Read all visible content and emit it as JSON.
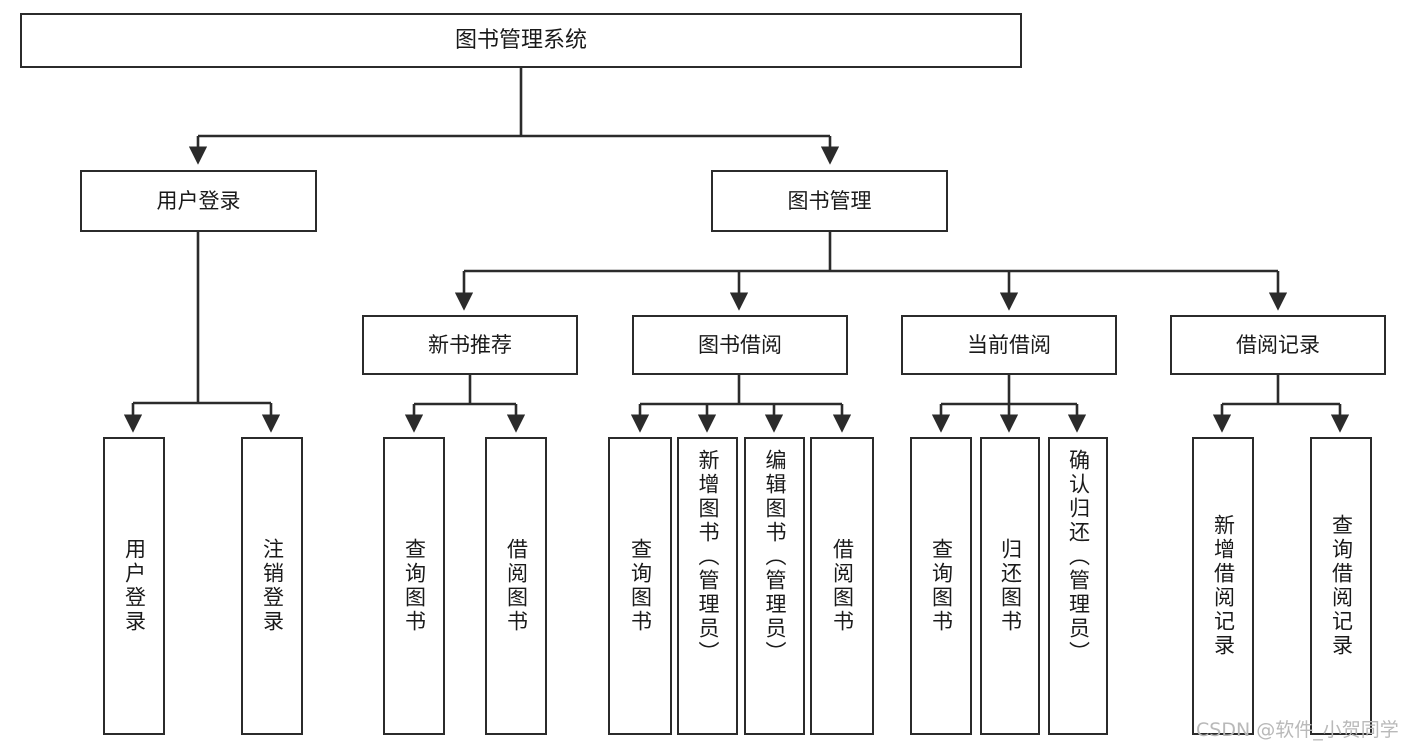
{
  "diagram": {
    "title": "图书管理系统",
    "type": "tree-hierarchy",
    "colors": {
      "box_border": "#2b2b2b",
      "box_fill": "#ffffff",
      "edge": "#2b2b2b",
      "text": "#1a1a1a",
      "watermark": "#b9b9b9",
      "background": "#ffffff"
    },
    "root": {
      "label": "图书管理系统"
    },
    "level2": [
      {
        "label": "用户登录"
      },
      {
        "label": "图书管理"
      }
    ],
    "level3": [
      {
        "label": "新书推荐"
      },
      {
        "label": "图书借阅"
      },
      {
        "label": "当前借阅"
      },
      {
        "label": "借阅记录"
      }
    ],
    "leaves": {
      "user_login": [
        {
          "label": "用户登录"
        },
        {
          "label": "注销登录"
        }
      ],
      "new_book_recommend": [
        {
          "label": "查询图书"
        },
        {
          "label": "借阅图书"
        }
      ],
      "book_borrow": [
        {
          "label": "查询图书"
        },
        {
          "label": "新增图书（管理员）"
        },
        {
          "label": "编辑图书（管理员）"
        },
        {
          "label": "借阅图书"
        }
      ],
      "current_borrow": [
        {
          "label": "查询图书"
        },
        {
          "label": "归还图书"
        },
        {
          "label": "确认归还（管理员）"
        }
      ],
      "borrow_record": [
        {
          "label": "新增借阅记录"
        },
        {
          "label": "查询借阅记录"
        }
      ]
    }
  },
  "watermark": {
    "text": "CSDN @软件_小贺同学"
  }
}
